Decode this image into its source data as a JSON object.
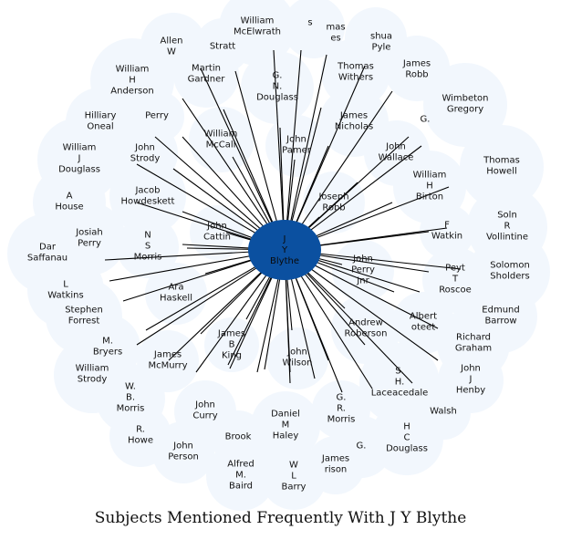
{
  "title": "Subjects Mentioned Frequently With J Y Blythe",
  "colors": {
    "center_node": "#0b50a0",
    "bubble": "#f2f7fd",
    "edge": "#000000",
    "text": "#111111"
  },
  "center": {
    "label": [
      "J",
      "Y",
      "Blythe"
    ]
  },
  "nodes": [
    {
      "label": [
        "William",
        "McElwrath"
      ]
    },
    {
      "label": [
        "s"
      ]
    },
    {
      "label": [
        "mas",
        "es"
      ]
    },
    {
      "label": [
        "shua",
        "Pyle"
      ]
    },
    {
      "label": [
        "Allen",
        "W"
      ]
    },
    {
      "label": [
        "Stratt"
      ]
    },
    {
      "label": [
        "James",
        "Robb"
      ]
    },
    {
      "label": [
        "William",
        "H",
        "Anderson"
      ]
    },
    {
      "label": [
        "Martin",
        "Gardner"
      ]
    },
    {
      "label": [
        "G.",
        "N.",
        "Douglass"
      ]
    },
    {
      "label": [
        "Thomas",
        "Withers"
      ]
    },
    {
      "label": [
        "Wimbeton",
        "Gregory"
      ]
    },
    {
      "label": [
        "Hilliary",
        "Oneal"
      ]
    },
    {
      "label": [
        "Perry"
      ]
    },
    {
      "label": [
        "James",
        "Nicholas"
      ]
    },
    {
      "label": [
        "G."
      ]
    },
    {
      "label": [
        "William",
        "McCall"
      ]
    },
    {
      "label": [
        "John",
        "Pamer"
      ]
    },
    {
      "label": [
        "William",
        "J",
        "Douglass"
      ]
    },
    {
      "label": [
        "John",
        "Strody"
      ]
    },
    {
      "label": [
        "John",
        "Wallace"
      ]
    },
    {
      "label": [
        "Thomas",
        "Howell"
      ]
    },
    {
      "label": [
        "William",
        "H",
        "Birton"
      ]
    },
    {
      "label": [
        "A",
        "House"
      ]
    },
    {
      "label": [
        "Jacob",
        "Howdeskett"
      ]
    },
    {
      "label": [
        "Joseph",
        "Robb"
      ]
    },
    {
      "label": [
        "Soln",
        "R",
        "Vollintine"
      ]
    },
    {
      "label": [
        "John",
        "Cattin"
      ]
    },
    {
      "label": [
        "Josiah",
        "Perry"
      ]
    },
    {
      "label": [
        "N",
        "S",
        "Morris"
      ]
    },
    {
      "label": [
        "F",
        "Watkin"
      ]
    },
    {
      "label": [
        "Dar",
        "Saffanau"
      ]
    },
    {
      "label": [
        "John",
        "Perry",
        "Jnr"
      ]
    },
    {
      "label": [
        "Peyt",
        "T",
        "Roscoe"
      ]
    },
    {
      "label": [
        "Solomon",
        "Sholders"
      ]
    },
    {
      "label": [
        "L",
        "Watkins"
      ]
    },
    {
      "label": [
        "Ara",
        "Haskell"
      ]
    },
    {
      "label": [
        "Edmund",
        "Barrow"
      ]
    },
    {
      "label": [
        "Stephen",
        "Forrest"
      ]
    },
    {
      "label": [
        "Albert",
        "oteet"
      ]
    },
    {
      "label": [
        "Andrew",
        "Roberson"
      ]
    },
    {
      "label": [
        "Richard",
        "Graham"
      ]
    },
    {
      "label": [
        "M.",
        "Bryers"
      ]
    },
    {
      "label": [
        "James",
        "B",
        "King"
      ]
    },
    {
      "label": [
        "James",
        "McMurry"
      ]
    },
    {
      "label": [
        "John",
        "Wilson"
      ]
    },
    {
      "label": [
        "William",
        "Strody"
      ]
    },
    {
      "label": [
        "S.",
        "H.",
        "Laceacedale"
      ]
    },
    {
      "label": [
        "John",
        "J",
        "Henby"
      ]
    },
    {
      "label": [
        "W.",
        "B.",
        "Morris"
      ]
    },
    {
      "label": [
        "G.",
        "R.",
        "Morris"
      ]
    },
    {
      "label": [
        "Walsh"
      ]
    },
    {
      "label": [
        "John",
        "Curry"
      ]
    },
    {
      "label": [
        "Daniel",
        "M",
        "Haley"
      ]
    },
    {
      "label": [
        "H",
        "C",
        "Douglass"
      ]
    },
    {
      "label": [
        "R.",
        "Howe"
      ]
    },
    {
      "label": [
        "Brook"
      ]
    },
    {
      "label": [
        "John",
        "Person"
      ]
    },
    {
      "label": [
        "G."
      ]
    },
    {
      "label": [
        "Alfred",
        "M.",
        "Baird"
      ]
    },
    {
      "label": [
        "W",
        "L",
        "Barry"
      ]
    },
    {
      "label": [
        "James",
        "rison"
      ]
    }
  ]
}
